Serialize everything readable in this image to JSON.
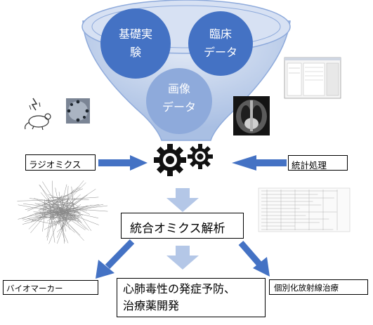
{
  "sources": {
    "basic_experiment": [
      "基礎実",
      "験"
    ],
    "clinical_data": [
      "臨床",
      "データ"
    ],
    "image_data": [
      "画像",
      "データ"
    ]
  },
  "methods": {
    "radiomics": "ラジオミクス",
    "statistics": "統計処理"
  },
  "center": {
    "integrated_omics": "統合オミクス解析"
  },
  "outcomes": {
    "biomarker": "バイオマーカー",
    "cardiotoxicity": [
      "心肺毒性の発症予防、",
      "治療薬開発"
    ],
    "personalized_radiotherapy": "個別化放射線治療"
  },
  "colors": {
    "bubble_blue": "#4472c4",
    "bubble_light": "#8eaadb",
    "funnel_fill": "#c9d6ee",
    "arrow_blue": "#4472c4",
    "arrow_light": "#b4c7e7"
  }
}
